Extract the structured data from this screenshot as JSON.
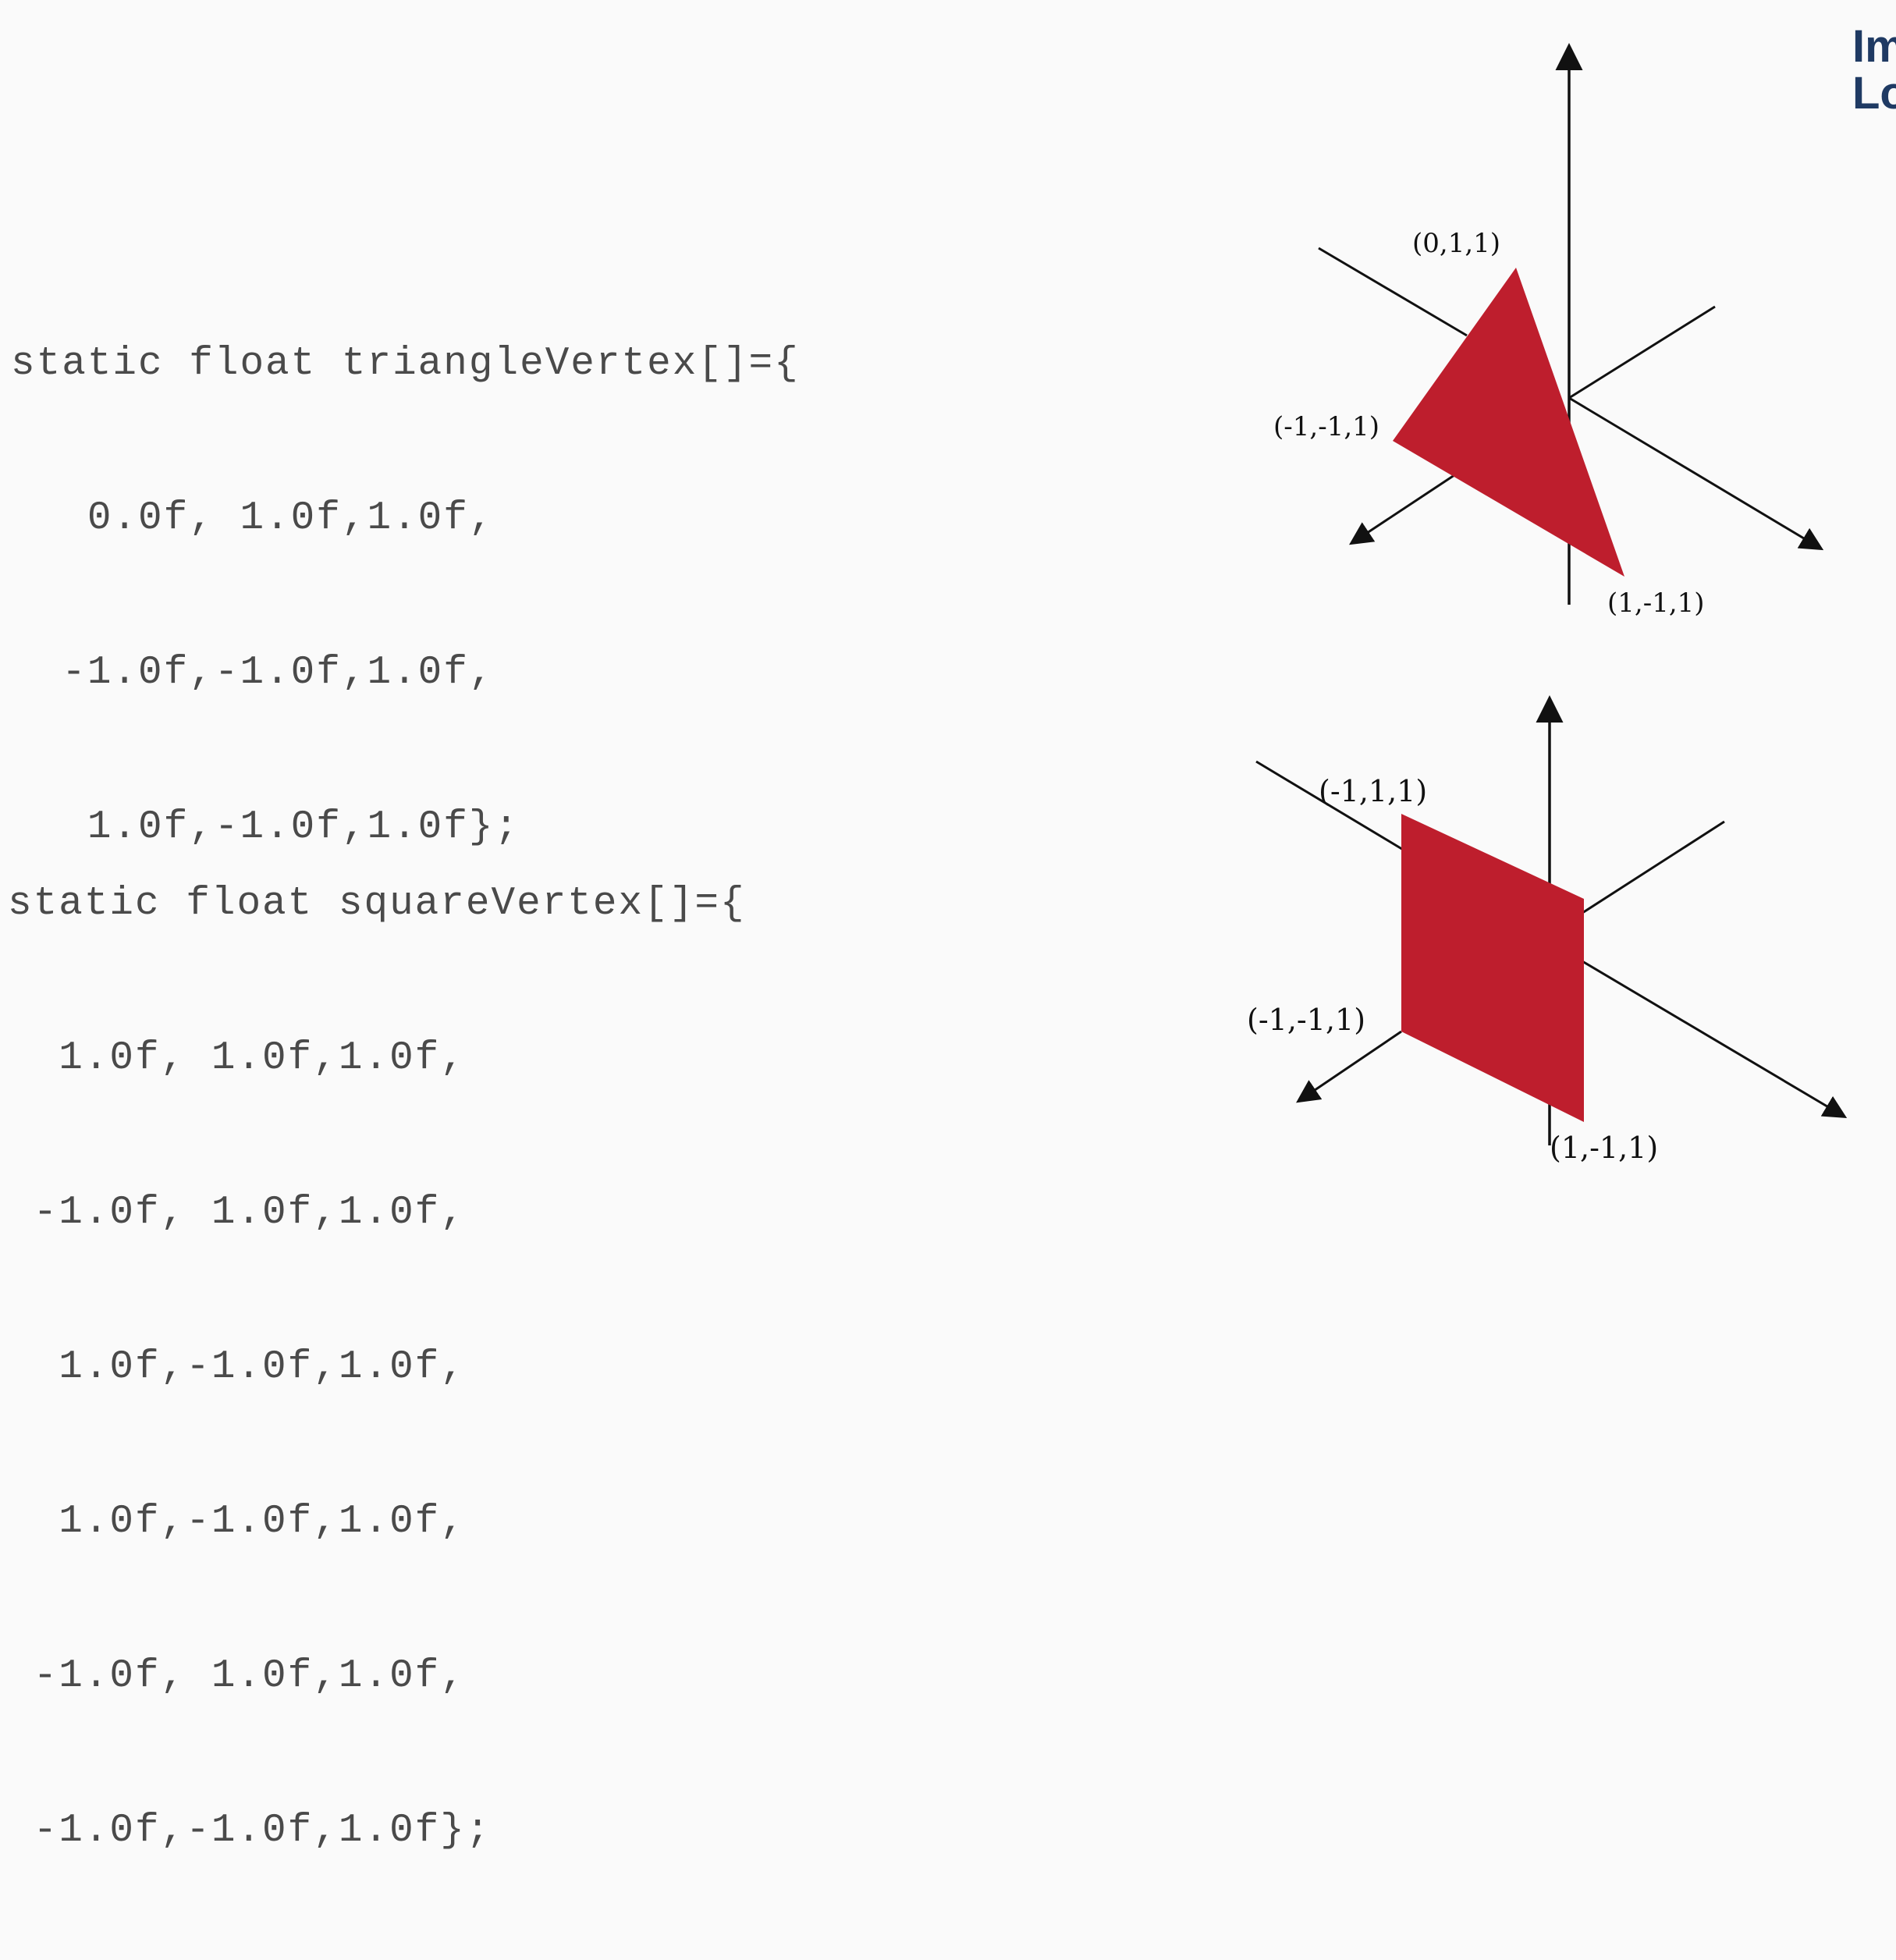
{
  "triangle_code": {
    "lines": [
      "static float triangleVertex[]={",
      "   0.0f, 1.0f,1.0f,",
      "  -1.0f,-1.0f,1.0f,",
      "   1.0f,-1.0f,1.0f};"
    ]
  },
  "square_code": {
    "lines": [
      "static float squareVertex[]={",
      "  1.0f, 1.0f,1.0f,",
      " -1.0f, 1.0f,1.0f,",
      "  1.0f,-1.0f,1.0f,",
      "  1.0f,-1.0f,1.0f,",
      " -1.0f, 1.0f,1.0f,",
      " -1.0f,-1.0f,1.0f};"
    ]
  },
  "triangle_diagram": {
    "labels": {
      "top": "(0,1,1)",
      "left": "(-1,-1,1)",
      "right": "(1,-1,1)"
    }
  },
  "square_diagram": {
    "labels": {
      "top_left": "(-1,1,1)",
      "bottom_left": "(-1,-1,1)",
      "bottom_right": "(1,-1,1)"
    }
  },
  "brand": {
    "line1": "Im",
    "line2": "Lo"
  },
  "colors": {
    "shape_fill": "#be1e2d",
    "axis": "#111111",
    "code_text": "#4a4a4a",
    "brand": "#1f3a63"
  }
}
